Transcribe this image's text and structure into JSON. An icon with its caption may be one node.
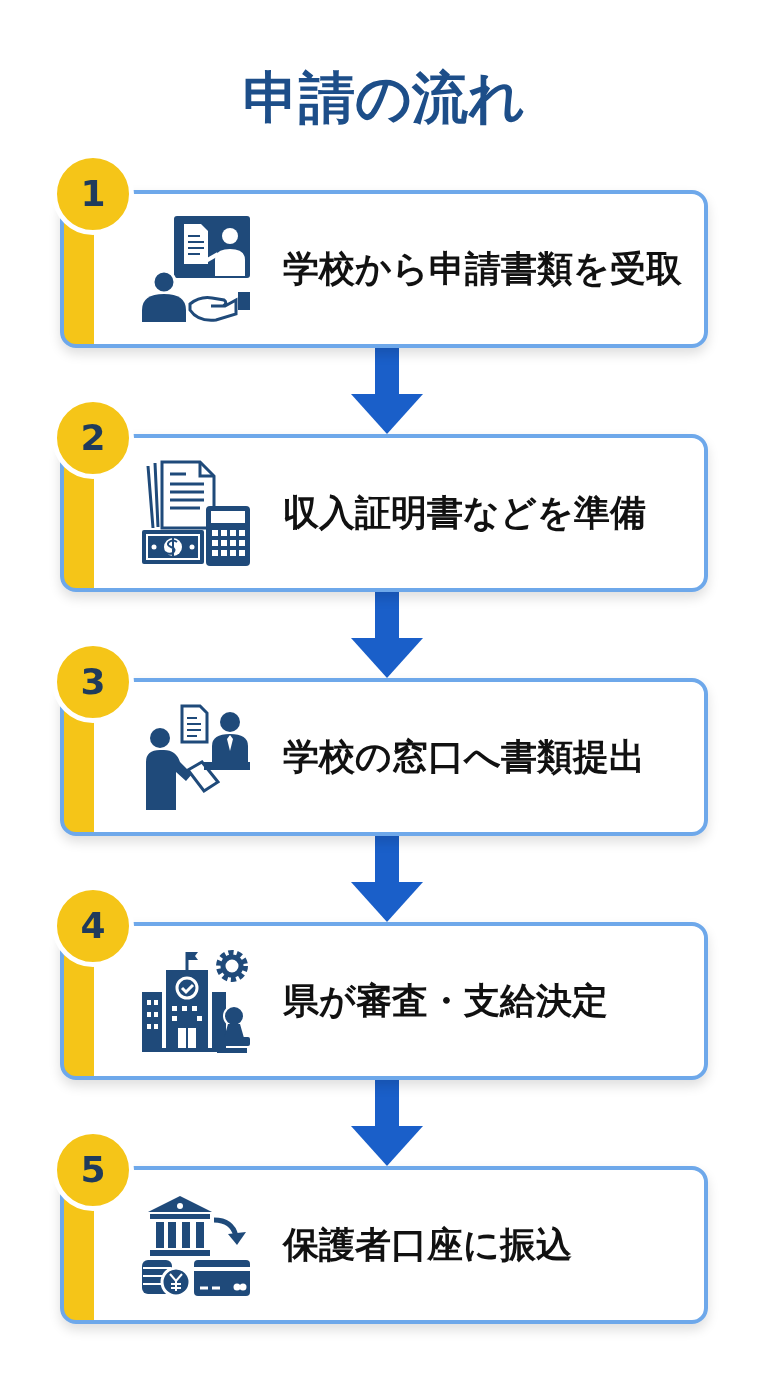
{
  "diagram": {
    "title": "申請の流れ",
    "nodes": [
      {
        "text": [
          "1"
        ]
      },
      {
        "text": [
          "学校から申請書類を受取"
        ]
      },
      {
        "text": [
          "2"
        ]
      },
      {
        "text": [
          "収入証明書などを準備"
        ]
      },
      {
        "text": [
          "3"
        ]
      },
      {
        "text": [
          "学校の窓口へ書類提出"
        ]
      },
      {
        "text": [
          "4"
        ]
      },
      {
        "text": [
          "県が審査・支給決定"
        ]
      },
      {
        "text": [
          "5"
        ]
      },
      {
        "text": [
          "保護者口座に振込"
        ]
      }
    ],
    "edges": [
      {
        "from": 1,
        "to": 3,
        "arrow": "to"
      },
      {
        "from": 3,
        "to": 5,
        "arrow": "to"
      },
      {
        "from": 5,
        "to": 7,
        "arrow": "to"
      },
      {
        "from": 7,
        "to": 9,
        "arrow": "to"
      }
    ]
  }
}
